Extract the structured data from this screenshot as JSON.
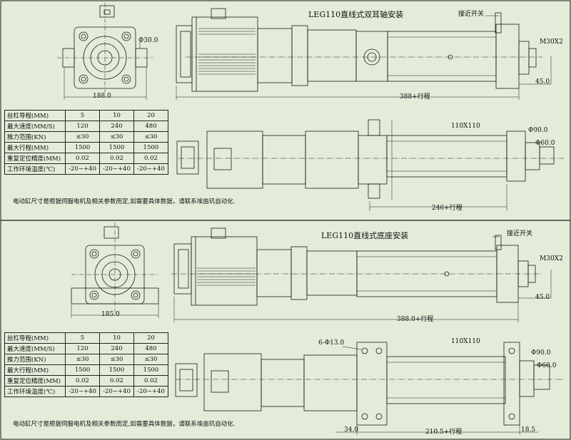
{
  "top": {
    "title": "LEG110直线式双耳轴安装",
    "sensor_label": "接近开关",
    "dims": {
      "phi30": "Φ30.0",
      "width_188": "188.0",
      "m30x2": "M30X2",
      "d45": "45.0",
      "stroke_388": "388+行程",
      "size_110": "110X110",
      "phi90": "Φ90.0",
      "phi60": "Φ60.0",
      "stroke_246": "246+行程"
    },
    "table": [
      [
        "丝杠导程(MM)",
        "5",
        "10",
        "20"
      ],
      [
        "最大速度(MM/S)",
        "120",
        "240",
        "480"
      ],
      [
        "推力范围(KN)",
        "≤30",
        "≤30",
        "≤30"
      ],
      [
        "最大行程(MM)",
        "1500",
        "1500",
        "1500"
      ],
      [
        "重复定位精度(MM)",
        "0.02",
        "0.02",
        "0.02"
      ],
      [
        "工作环境温度(℃)",
        "-20~+40",
        "-20~+40",
        "-20~+40"
      ]
    ],
    "note": "电动缸尺寸是根据伺服电机及相关参数而定,如需要具体数据，请联系埃亩玑自动化."
  },
  "bottom": {
    "title": "LEG110直线式底座安装",
    "sensor_label": "接近开关",
    "dims": {
      "width_185": "185.0",
      "m30x2": "M30X2",
      "d45": "45.0",
      "stroke_388": "388.0+行程",
      "holes": "6-Φ13.0",
      "size_110": "110X110",
      "phi90": "Φ90.0",
      "phi60": "Φ60.0",
      "d34": "34.0",
      "stroke_210": "210.5+行程",
      "d185": "18.5"
    },
    "table": [
      [
        "丝杠导程(MM)",
        "5",
        "10",
        "20"
      ],
      [
        "最大速度(MM/S)",
        "120",
        "240",
        "480"
      ],
      [
        "推力范围(KN)",
        "≤30",
        "≤30",
        "≤30"
      ],
      [
        "最大行程(MM)",
        "1500",
        "1500",
        "1500"
      ],
      [
        "重复定位精度(MM)",
        "0.02",
        "0.02",
        "0.02"
      ],
      [
        "工作环境温度(℃)",
        "-20~+40",
        "-20~+40",
        "-20~+40"
      ]
    ],
    "note": "电动缸尺寸是根据伺服电机及相关参数而定,如需要具体数据，请联系埃亩玑自动化."
  }
}
